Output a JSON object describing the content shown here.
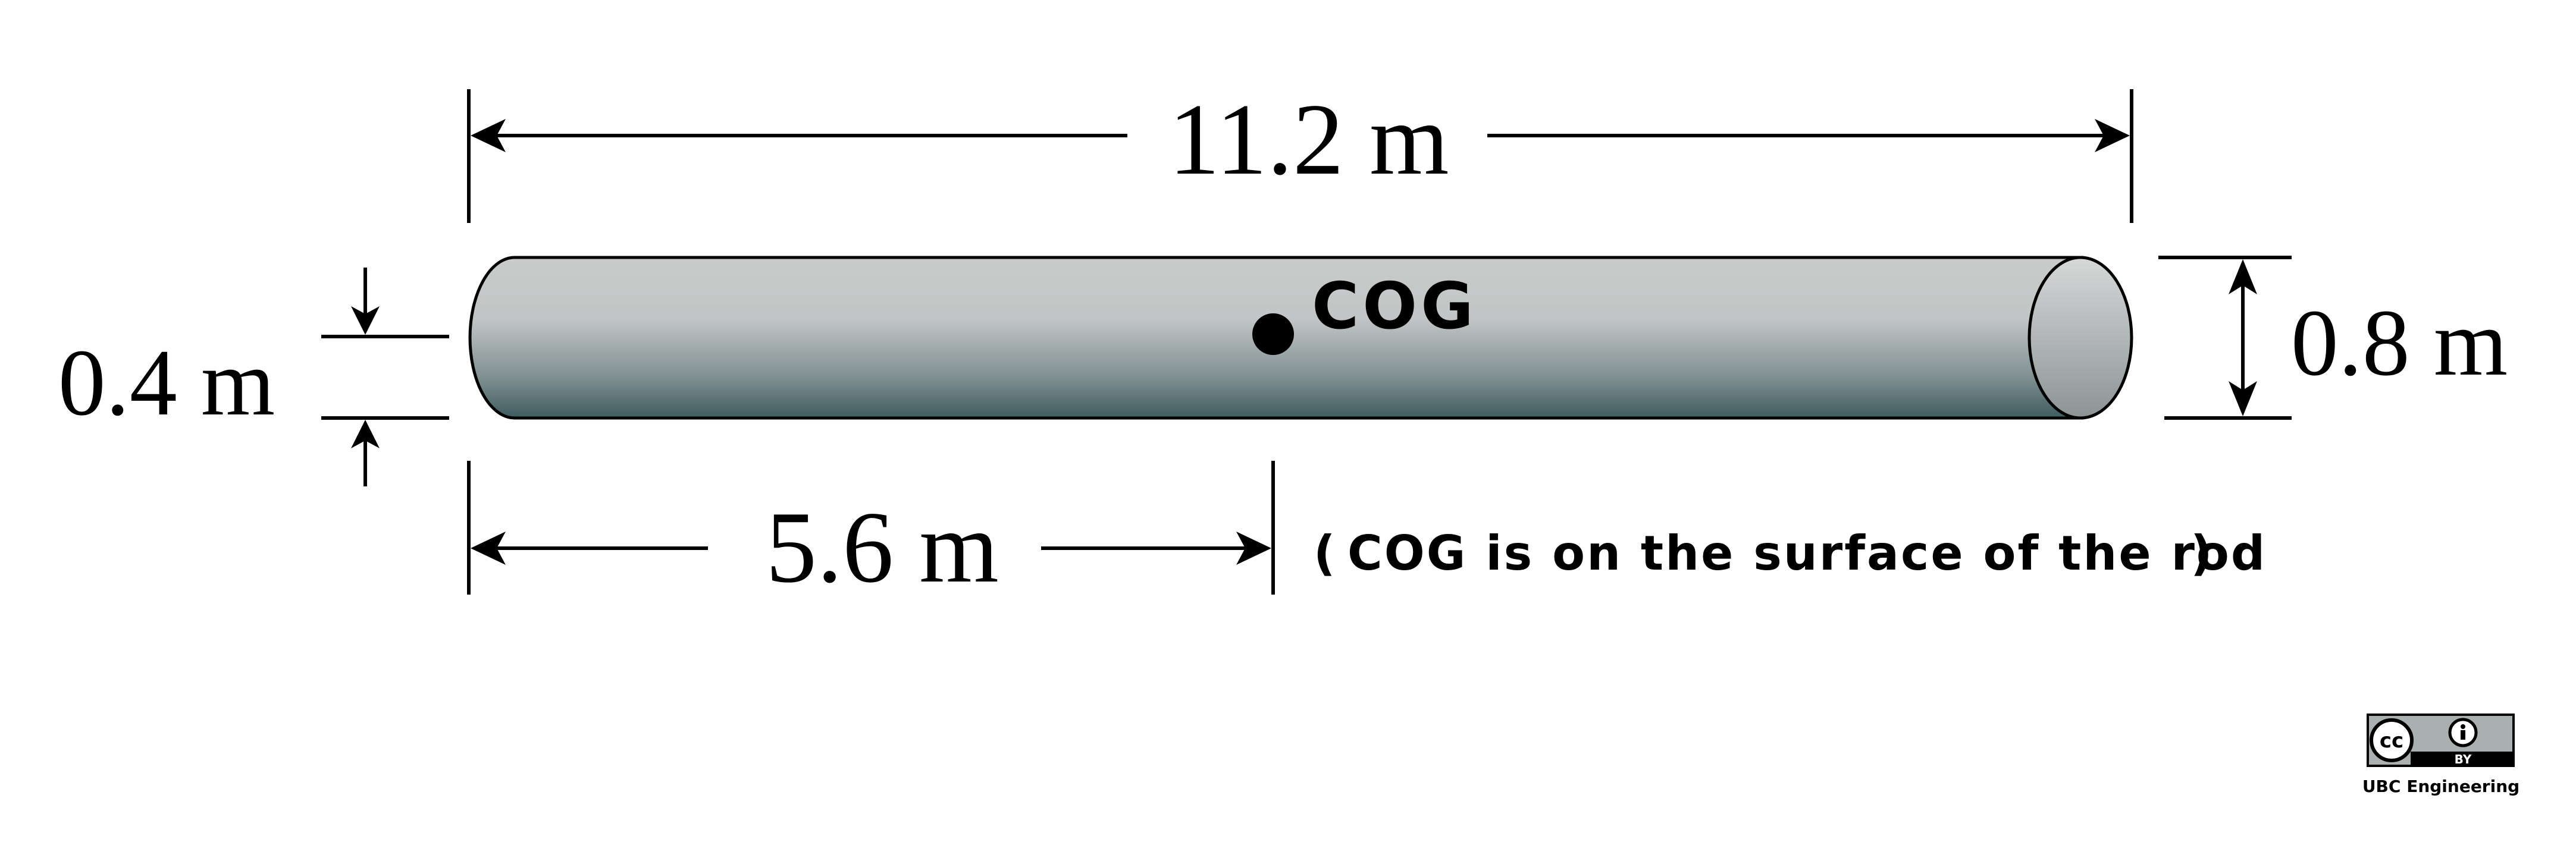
{
  "diagram": {
    "length_label": "11.2 m",
    "half_length_label": "5.6 m",
    "diameter_label": "0.8 m",
    "offset_label": "0.4 m",
    "cog_label": "COG",
    "note_open": "(",
    "note_text": "COG is on the surface of the rod",
    "note_close": ")"
  },
  "license": {
    "cc_text": "cc",
    "by_text": "BY",
    "credit": "UBC Engineering"
  },
  "colors": {
    "rod_light": "#c9cbcb",
    "rod_dark": "#3f5c60",
    "end_cap_light": "#d6d8d8",
    "end_cap_dark": "#8d9495",
    "line": "#000000"
  }
}
